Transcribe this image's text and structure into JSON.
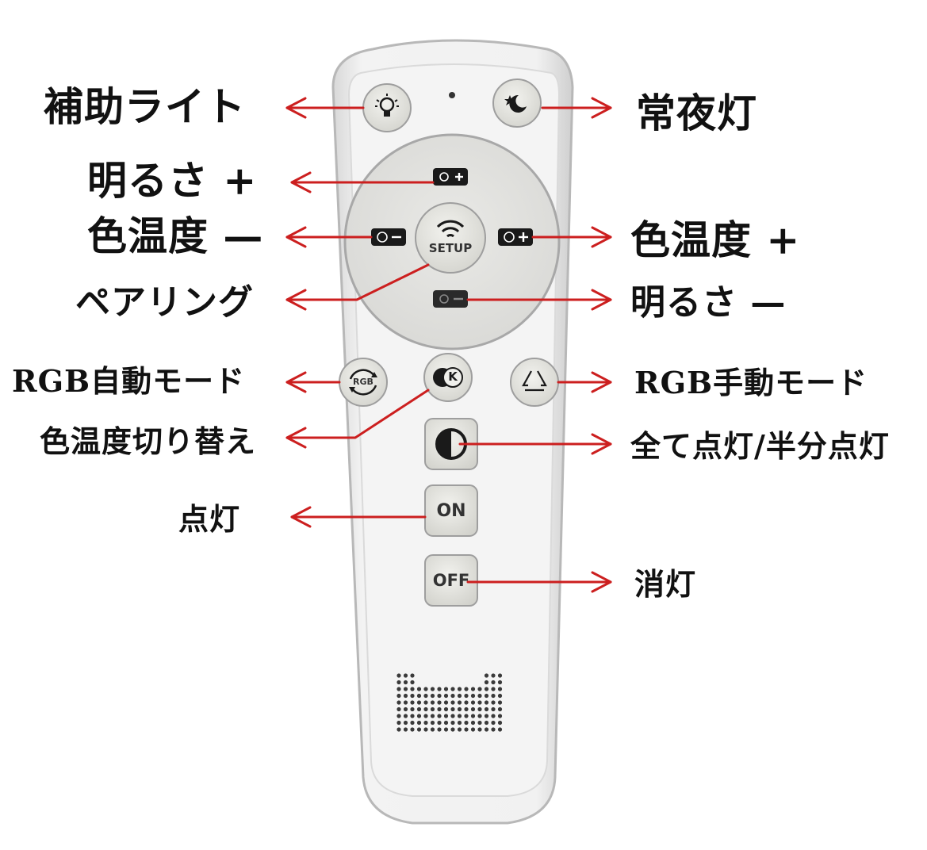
{
  "labels": {
    "assist_light": "補助ライト",
    "night_light": "常夜灯",
    "brightness_up": "明るさ +",
    "color_temp_down": "色温度 —",
    "color_temp_up": "色温度 +",
    "pairing": "ペアリング",
    "brightness_down": "明るさ —",
    "rgb_auto": "RGB自動モード",
    "rgb_manual": "RGB手動モード",
    "color_temp_switch": "色温度切り替え",
    "full_half": "全て点灯/半分点灯",
    "light_on": "点灯",
    "light_off": "消灯"
  },
  "buttons": {
    "setup": "SETUP",
    "on": "ON",
    "off": "OFF",
    "rgb_auto": "RGB",
    "k": "K"
  },
  "colors": {
    "arrow": "#cc1f1f",
    "remote_body": "#eeeeee",
    "button": "#e4e4df",
    "icon_dark": "#1a1a1a"
  },
  "icons": [
    "bulb-icon",
    "moon-star-icon",
    "sun-plus-icon",
    "temp-minus-icon",
    "temp-plus-icon",
    "wifi-icon",
    "sun-minus-icon",
    "rgb-cycle-icon",
    "recycle-rgb-icon",
    "k-toggle-icon",
    "half-circle-icon",
    "speaker-grille"
  ]
}
